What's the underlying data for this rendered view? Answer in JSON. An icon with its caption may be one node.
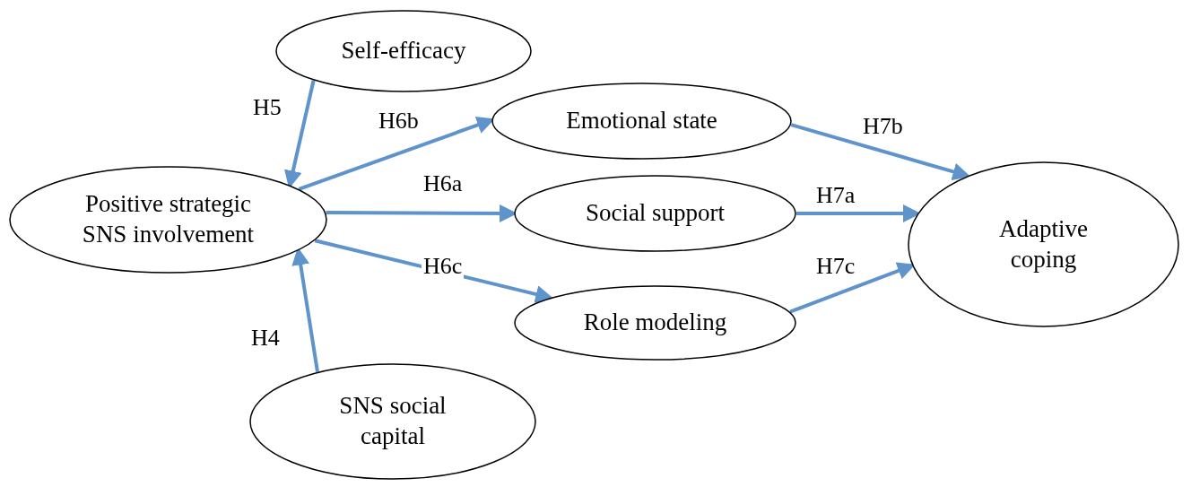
{
  "diagram": {
    "nodes": [
      {
        "text": [
          "Self-efficacy"
        ]
      },
      {
        "text": [
          "Positive strategic SNS involvement"
        ]
      },
      {
        "text": [
          "Emotional state"
        ]
      },
      {
        "text": [
          "Social support"
        ]
      },
      {
        "text": [
          "Role modeling"
        ]
      },
      {
        "text": [
          "Adaptive coping"
        ]
      },
      {
        "text": [
          "SNS social capital"
        ]
      }
    ],
    "edges": [
      {
        "from": 0,
        "to": 1,
        "arrow": "to",
        "label": "H5"
      },
      {
        "from": 6,
        "to": 1,
        "arrow": "to",
        "label": "H4"
      },
      {
        "from": 1,
        "to": 2,
        "arrow": "to",
        "label": "H6b"
      },
      {
        "from": 1,
        "to": 3,
        "arrow": "to",
        "label": "H6a"
      },
      {
        "from": 1,
        "to": 4,
        "arrow": "to",
        "label": "H6c"
      },
      {
        "from": 2,
        "to": 5,
        "arrow": "to",
        "label": "H7b"
      },
      {
        "from": 3,
        "to": 5,
        "arrow": "to",
        "label": "H7a"
      },
      {
        "from": 4,
        "to": 5,
        "arrow": "to",
        "label": "H7c"
      }
    ]
  }
}
